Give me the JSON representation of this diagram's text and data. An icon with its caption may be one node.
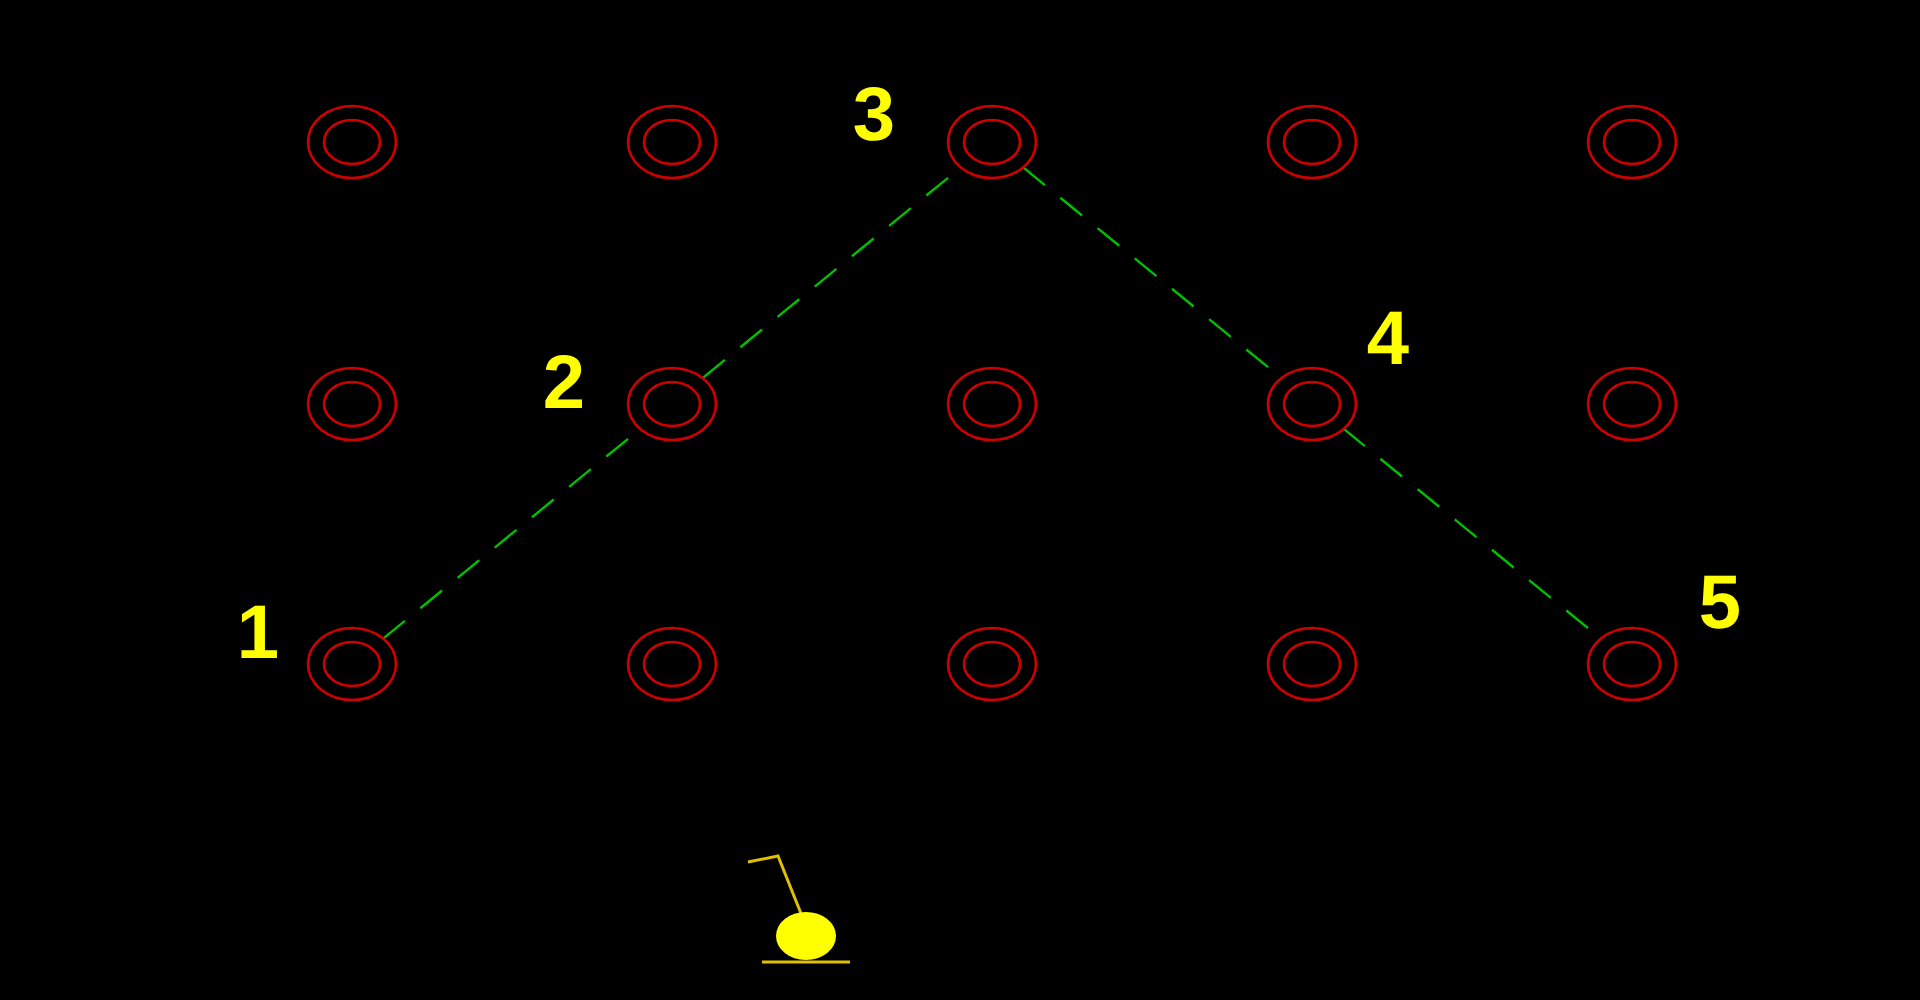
{
  "diagram": {
    "nodes": [
      {
        "text": [],
        "shape": "circle"
      },
      {
        "text": [],
        "shape": "circle"
      },
      {
        "text": [],
        "shape": "circle",
        "beside": [
          "3"
        ]
      },
      {
        "text": [],
        "shape": "circle"
      },
      {
        "text": [],
        "shape": "circle"
      },
      {
        "text": [],
        "shape": "circle"
      },
      {
        "text": [],
        "shape": "circle",
        "beside": [
          "2"
        ]
      },
      {
        "text": [],
        "shape": "circle"
      },
      {
        "text": [],
        "shape": "circle",
        "beside": [
          "4"
        ]
      },
      {
        "text": [],
        "shape": "circle"
      },
      {
        "text": [],
        "shape": "circle",
        "beside": [
          "1"
        ]
      },
      {
        "text": [],
        "shape": "circle"
      },
      {
        "text": [],
        "shape": "circle"
      },
      {
        "text": [],
        "shape": "circle"
      },
      {
        "text": [],
        "shape": "circle",
        "beside": [
          "5"
        ]
      }
    ],
    "edges": [
      {
        "from": 10,
        "to": 6,
        "arrow": "none",
        "style": "dashed"
      },
      {
        "from": 6,
        "to": 2,
        "arrow": "none",
        "style": "dashed"
      },
      {
        "from": 2,
        "to": 8,
        "arrow": "none",
        "style": "dashed"
      },
      {
        "from": 8,
        "to": 14,
        "arrow": "none",
        "style": "dashed"
      }
    ]
  }
}
